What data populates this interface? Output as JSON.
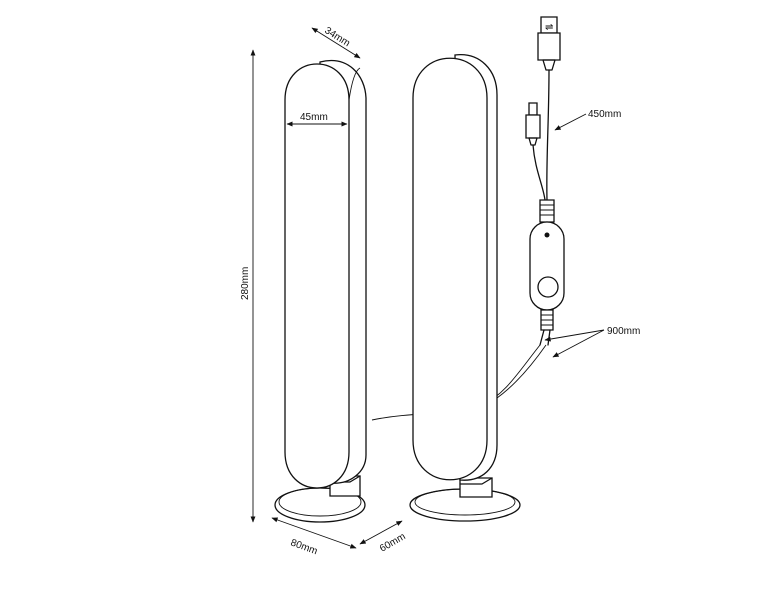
{
  "dimensions": {
    "depth": "34mm",
    "width": "45mm",
    "height": "280mm",
    "base_width": "80mm",
    "base_depth": "60mm",
    "usb_cable_length": "450mm",
    "split_cable_length": "900mm"
  }
}
